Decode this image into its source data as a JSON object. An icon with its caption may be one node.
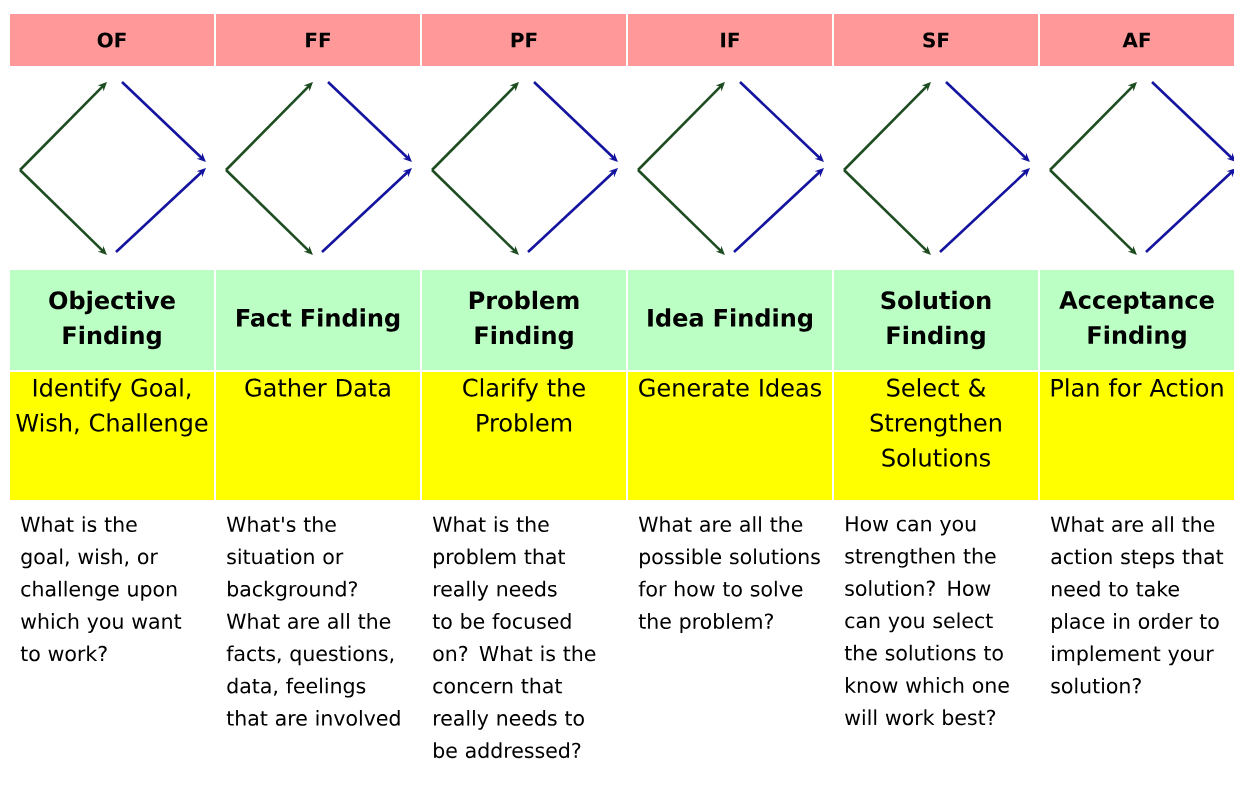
{
  "diagram": {
    "nodes": [
      {
        "text": [
          "OF"
        ]
      },
      {
        "text": [
          "FF"
        ]
      },
      {
        "text": [
          "PF"
        ]
      },
      {
        "text": [
          "IF"
        ]
      },
      {
        "text": [
          "SF"
        ]
      },
      {
        "text": [
          "AF"
        ]
      },
      {
        "text": [
          "Objective Finding"
        ]
      },
      {
        "text": [
          "Fact Finding"
        ]
      },
      {
        "text": [
          "Problem Finding"
        ]
      },
      {
        "text": [
          "Idea Finding"
        ]
      },
      {
        "text": [
          "Solution Finding"
        ]
      },
      {
        "text": [
          "Acceptance Finding"
        ]
      },
      {
        "text": [
          "Identify Goal, Wish, Challenge"
        ]
      },
      {
        "text": [
          "Gather Data"
        ]
      },
      {
        "text": [
          "Clarify the Problem"
        ]
      },
      {
        "text": [
          "Generate Ideas"
        ]
      },
      {
        "text": [
          "Select & Strengthen Solutions"
        ]
      },
      {
        "text": [
          "Plan for Action"
        ]
      }
    ],
    "edges": [],
    "labels": [
      "What is the goal, wish, or challenge upon which you want to work?",
      "What's the situation or background? What are all the facts, questions, data, feelings that are involved",
      "What is the problem that really needs to be focused on? What is the concern that really needs to be addressed?",
      "What are all the possible solutions for how to solve the problem?",
      "How can you strengthen the solution? How can you select the solutions to know which one will work best?",
      "What are all the action steps that need to take place in order to implement your solution?"
    ]
  }
}
